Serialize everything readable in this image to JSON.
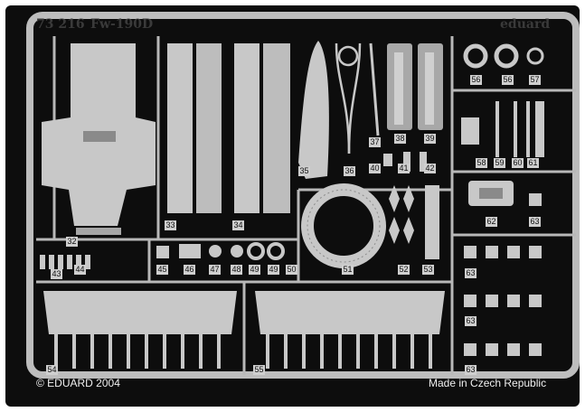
{
  "header": {
    "set_number": "73 216",
    "aircraft": "Fw-190D",
    "brand": "eduard"
  },
  "footer": {
    "copyright": "© EDUARD 2004",
    "origin": "Made in Czech Republic"
  },
  "colors": {
    "background": "#ffffff",
    "frame": "#0d0d0d",
    "metal": "#c8c8c8",
    "metal_dark": "#9a9a9a"
  },
  "part_numbers": [
    {
      "id": "p32",
      "label": "32"
    },
    {
      "id": "p33",
      "label": "33"
    },
    {
      "id": "p34",
      "label": "34"
    },
    {
      "id": "p35",
      "label": "35"
    },
    {
      "id": "p36",
      "label": "36"
    },
    {
      "id": "p37",
      "label": "37"
    },
    {
      "id": "p38",
      "label": "38"
    },
    {
      "id": "p39",
      "label": "39"
    },
    {
      "id": "p40",
      "label": "40"
    },
    {
      "id": "p41",
      "label": "41"
    },
    {
      "id": "p42",
      "label": "42"
    },
    {
      "id": "p43",
      "label": "43"
    },
    {
      "id": "p44",
      "label": "44"
    },
    {
      "id": "p45",
      "label": "45"
    },
    {
      "id": "p46",
      "label": "46"
    },
    {
      "id": "p47",
      "label": "47"
    },
    {
      "id": "p48",
      "label": "48"
    },
    {
      "id": "p49a",
      "label": "49"
    },
    {
      "id": "p49b",
      "label": "49"
    },
    {
      "id": "p50",
      "label": "50"
    },
    {
      "id": "p51",
      "label": "51"
    },
    {
      "id": "p52",
      "label": "52"
    },
    {
      "id": "p53",
      "label": "53"
    },
    {
      "id": "p54",
      "label": "54"
    },
    {
      "id": "p55",
      "label": "55"
    },
    {
      "id": "p56a",
      "label": "56"
    },
    {
      "id": "p56b",
      "label": "56"
    },
    {
      "id": "p57",
      "label": "57"
    },
    {
      "id": "p58",
      "label": "58"
    },
    {
      "id": "p59",
      "label": "59"
    },
    {
      "id": "p60",
      "label": "60"
    },
    {
      "id": "p61",
      "label": "61"
    },
    {
      "id": "p62",
      "label": "62"
    },
    {
      "id": "p63a",
      "label": "63"
    },
    {
      "id": "p63b",
      "label": "63"
    },
    {
      "id": "p63c",
      "label": "63"
    },
    {
      "id": "p63d",
      "label": "63"
    }
  ]
}
